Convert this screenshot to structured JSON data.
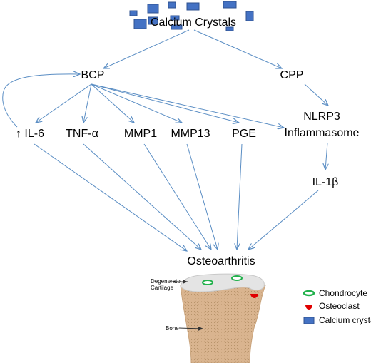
{
  "nodes": {
    "calcium_crystals": "Calcium Crystals",
    "bcp": "BCP",
    "cpp": "CPP",
    "il6": "↑ IL-6",
    "tnf": "TNF-α",
    "mmp1": "MMP1",
    "mmp13": "MMP13",
    "pge": "PGE",
    "nlrp3_line1": "NLRP3",
    "nlrp3_line2": "Inflammasome",
    "il1b": "IL-1β",
    "osteoarthritis": "Osteoarthritis"
  },
  "bone_labels": {
    "degenerate_line1": "Degenerate",
    "degenerate_line2": "Cartilage",
    "bone": "Bone"
  },
  "legend": {
    "chondrocyte": "Chondrocyte",
    "osteoclast": "Osteoclast",
    "calcium_crystals": "Calcium crystals"
  },
  "colors": {
    "arrow": "#5b8ec4",
    "crystal_fill": "#4472c4",
    "crystal_stroke": "#2f528f",
    "chondrocyte": "#22b14c",
    "osteoclast": "#e00000",
    "bone": "#d9b48f",
    "cartilage": "#e4e4e4"
  }
}
